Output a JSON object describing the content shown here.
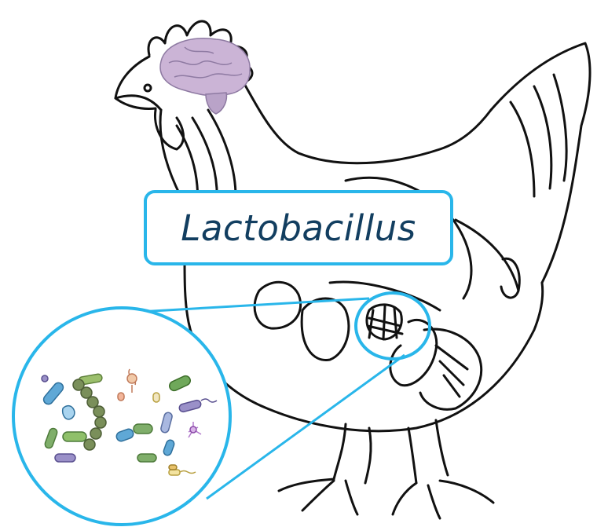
{
  "label": {
    "text": "Lactobacillus"
  },
  "colors": {
    "accent": "#29b6ea",
    "label_text": "#123e60",
    "outline": "#111111",
    "brain": "#cbb4d6",
    "bacteria_green": "#7fae6a",
    "bacteria_blue": "#5fa8d6",
    "bacteria_purple": "#9a90c8"
  },
  "icons": [
    "chicken-illustration",
    "brain-icon",
    "gut-icon",
    "bacteria-cluster-icon",
    "magnifier-circle"
  ]
}
